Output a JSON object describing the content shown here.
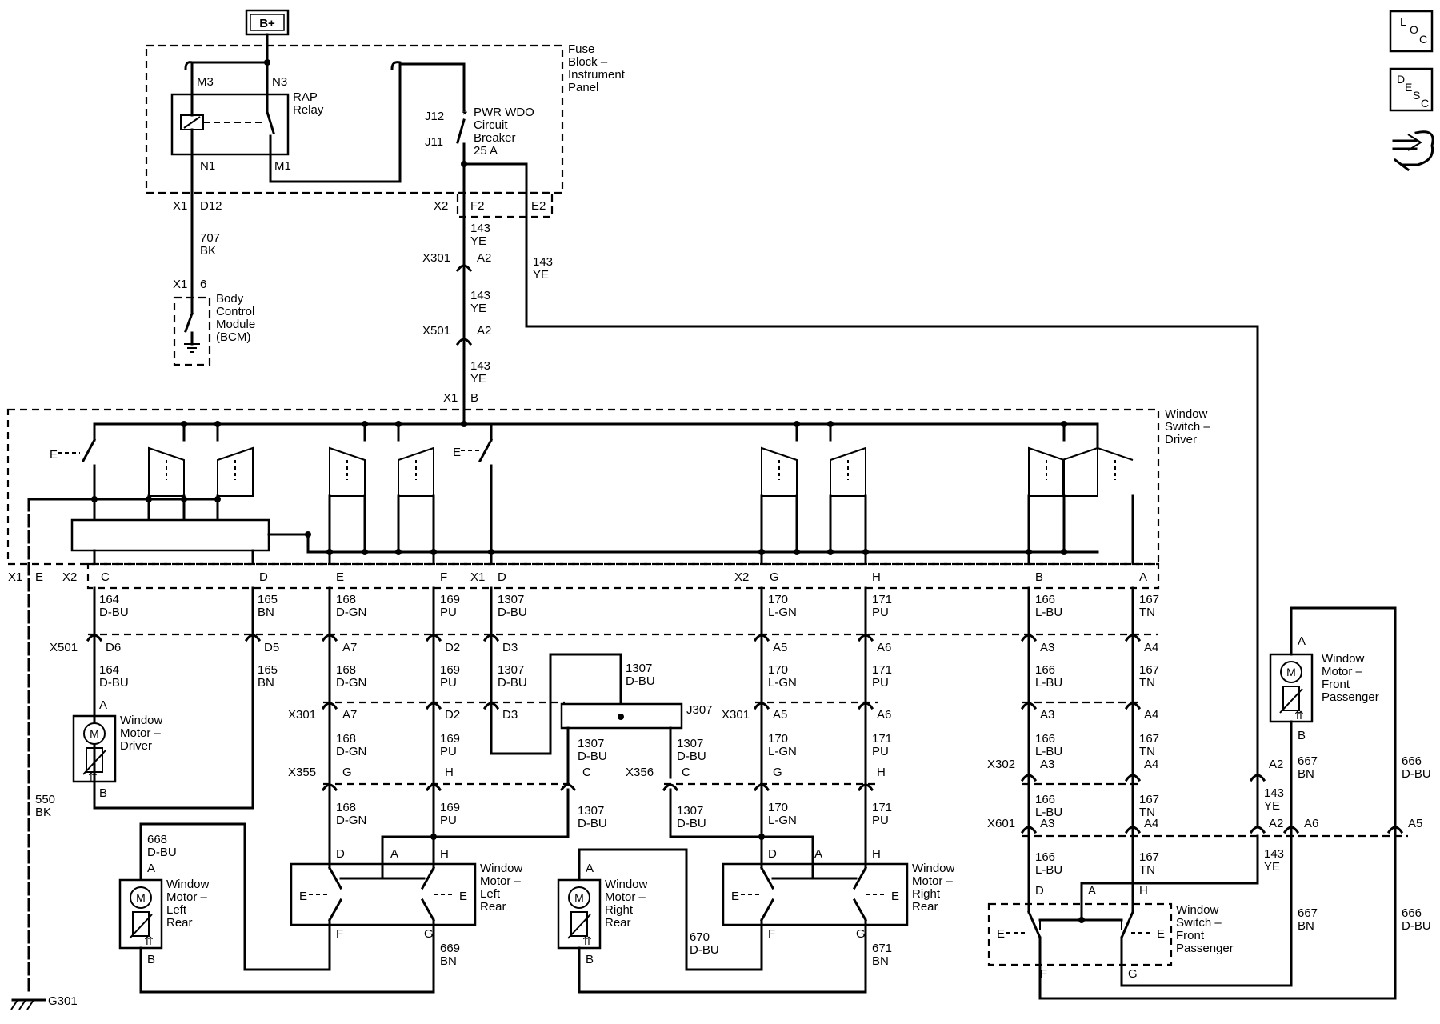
{
  "power": {
    "label": "B+"
  },
  "fuse_block": {
    "name": [
      "Fuse",
      "Block –",
      "Instrument",
      "Panel"
    ],
    "relay": [
      "RAP",
      "Relay"
    ],
    "breaker": [
      "PWR WDO",
      "Circuit",
      "Breaker",
      "25 A"
    ],
    "pins": {
      "m3": "M3",
      "n3": "N3",
      "n1": "N1",
      "m1": "M1",
      "j12": "J12",
      "j11": "J11"
    },
    "conn_x1": "X1",
    "pin_d12": "D12",
    "conn_x2": "X2",
    "pin_f2": "F2",
    "pin_e2": "E2"
  },
  "bcm": {
    "name": [
      "Body",
      "Control",
      "Module",
      "(BCM)"
    ],
    "conn": "X1",
    "pin": "6"
  },
  "wire_labels": {
    "w707": [
      "707",
      "BK"
    ],
    "w143_a": [
      "143",
      "YE"
    ],
    "w143_b": [
      "143",
      "YE"
    ],
    "w143_c": [
      "143",
      "YE"
    ],
    "w143_d": [
      "143",
      "YE"
    ],
    "w143_e": [
      "143",
      "YE"
    ],
    "w143_f": [
      "143",
      "YE"
    ],
    "w550": [
      "550",
      "BK"
    ],
    "w164_a": [
      "164",
      "D-BU"
    ],
    "w164_b": [
      "164",
      "D-BU"
    ],
    "w165_a": [
      "165",
      "BN"
    ],
    "w165_b": [
      "165",
      "BN"
    ],
    "w168_a": [
      "168",
      "D-GN"
    ],
    "w168_b": [
      "168",
      "D-GN"
    ],
    "w168_c": [
      "168",
      "D-GN"
    ],
    "w168_d": [
      "168",
      "D-GN"
    ],
    "w169_a": [
      "169",
      "PU"
    ],
    "w169_b": [
      "169",
      "PU"
    ],
    "w169_c": [
      "169",
      "PU"
    ],
    "w169_d": [
      "169",
      "PU"
    ],
    "w1307_a": [
      "1307",
      "D-BU"
    ],
    "w1307_b": [
      "1307",
      "D-BU"
    ],
    "w1307_c": [
      "1307",
      "D-BU"
    ],
    "w1307_d": [
      "1307",
      "D-BU"
    ],
    "w1307_e": [
      "1307",
      "D-BU"
    ],
    "w1307_f": [
      "1307",
      "D-BU"
    ],
    "w1307_g": [
      "1307",
      "D-BU"
    ],
    "w170_a": [
      "170",
      "L-GN"
    ],
    "w170_b": [
      "170",
      "L-GN"
    ],
    "w170_c": [
      "170",
      "L-GN"
    ],
    "w170_d": [
      "170",
      "L-GN"
    ],
    "w171_a": [
      "171",
      "PU"
    ],
    "w171_b": [
      "171",
      "PU"
    ],
    "w171_c": [
      "171",
      "PU"
    ],
    "w171_d": [
      "171",
      "PU"
    ],
    "w166_a": [
      "166",
      "L-BU"
    ],
    "w166_b": [
      "166",
      "L-BU"
    ],
    "w166_c": [
      "166",
      "L-BU"
    ],
    "w166_d": [
      "166",
      "L-BU"
    ],
    "w166_e": [
      "166",
      "L-BU"
    ],
    "w167_a": [
      "167",
      "TN"
    ],
    "w167_b": [
      "167",
      "TN"
    ],
    "w167_c": [
      "167",
      "TN"
    ],
    "w167_d": [
      "167",
      "TN"
    ],
    "w167_e": [
      "167",
      "TN"
    ],
    "w668": [
      "668",
      "D-BU"
    ],
    "w669": [
      "669",
      "BN"
    ],
    "w670": [
      "670",
      "D-BU"
    ],
    "w671": [
      "671",
      "BN"
    ],
    "w667_a": [
      "667",
      "BN"
    ],
    "w667_b": [
      "667",
      "BN"
    ],
    "w666_a": [
      "666",
      "D-BU"
    ],
    "w666_b": [
      "666",
      "D-BU"
    ]
  },
  "window_switch_driver": {
    "name": [
      "Window",
      "Switch –",
      "Driver"
    ],
    "conn_x1": "X1",
    "pin_b": "B",
    "bottom_pins": {
      "x1": "X1",
      "e": "E",
      "x2": "X2",
      "c": "C",
      "d": "D",
      "e2": "E",
      "f": "F",
      "x1b": "X1",
      "d2": "D",
      "x2b": "X2",
      "g": "G",
      "h": "H",
      "b": "B",
      "a": "A"
    }
  },
  "connectors": {
    "x501": "X501",
    "x501_top": "X501",
    "x301": "X301",
    "x301_top": "X301",
    "x301_right": "X301",
    "x355": "X355",
    "x356": "X356",
    "x302": "X302",
    "x601": "X601",
    "j307": "J307",
    "pins_x501": [
      "D6",
      "D5",
      "A7",
      "D2",
      "D3",
      "A5",
      "A6",
      "A3",
      "A4",
      "A2"
    ],
    "pins_x301": [
      "A7",
      "D2",
      "D3",
      "A5",
      "A6",
      "A3",
      "A4",
      "A2"
    ],
    "pins_x355": [
      "G",
      "H",
      "C"
    ],
    "pins_x356": [
      "C",
      "G",
      "H"
    ],
    "pins_x302": [
      "A3",
      "A4",
      "A2"
    ],
    "pins_x601": [
      "A3",
      "A4",
      "A2",
      "A6",
      "A5"
    ]
  },
  "motors": {
    "driver": {
      "name": [
        "Window",
        "Motor –",
        "Driver"
      ],
      "pin_a": "A",
      "pin_b": "B",
      "symbol": "M"
    },
    "left_rear": {
      "name": [
        "Window",
        "Motor –",
        "Left",
        "Rear"
      ],
      "pin_a": "A",
      "pin_b": "B",
      "symbol": "M"
    },
    "right_rear": {
      "name": [
        "Window",
        "Motor –",
        "Right",
        "Rear"
      ],
      "pin_a": "A",
      "pin_b": "B",
      "symbol": "M"
    },
    "front_passenger": {
      "name": [
        "Window",
        "Motor –",
        "Front",
        "Passenger"
      ],
      "pin_a": "A",
      "pin_b": "B",
      "symbol": "M"
    }
  },
  "rear_switches": {
    "left": {
      "name": [
        "Window",
        "Motor –",
        "Left",
        "Rear"
      ],
      "pins": [
        "D",
        "A",
        "H",
        "F",
        "G"
      ]
    },
    "right": {
      "name": [
        "Window",
        "Motor –",
        "Right",
        "Rear"
      ],
      "pins": [
        "D",
        "A",
        "H",
        "F",
        "G"
      ]
    },
    "front_passenger": {
      "name": [
        "Window",
        "Switch –",
        "Front",
        "Passenger"
      ],
      "pins": [
        "D",
        "A",
        "H",
        "F",
        "G"
      ]
    }
  },
  "ground": {
    "label": "G301"
  },
  "nav_icons": {
    "loc": {
      "letters": [
        "L",
        "O",
        "C"
      ],
      "icon": "location-icon"
    },
    "desc": {
      "letters": [
        "D",
        "E",
        "S",
        "C"
      ],
      "icon": "description-icon"
    },
    "connector": {
      "icon": "connector-end-view-icon"
    }
  }
}
